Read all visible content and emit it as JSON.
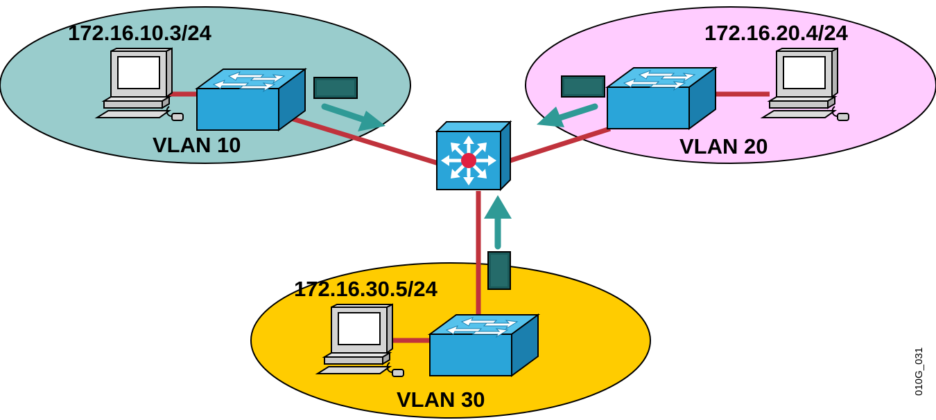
{
  "vlans": [
    {
      "id": "vlan10",
      "label": "VLAN 10",
      "host_ip": "172.16.10.3/24",
      "fill": "#99cccc"
    },
    {
      "id": "vlan20",
      "label": "VLAN 20",
      "host_ip": "172.16.20.4/24",
      "fill": "#ffccff"
    },
    {
      "id": "vlan30",
      "label": "VLAN 30",
      "host_ip": "172.16.30.5/24",
      "fill": "#ffcc00"
    }
  ],
  "figure_id": "010G_031",
  "colors": {
    "link": "#c0323c",
    "device_blue": "#2aa5d9",
    "arrow": "#2f9a96",
    "frame": "#1a5a5a",
    "router_dot": "#e02040"
  },
  "icons": [
    "pc-icon",
    "switch-icon",
    "multilayer-switch-icon",
    "frame-icon",
    "arrow-icon"
  ]
}
